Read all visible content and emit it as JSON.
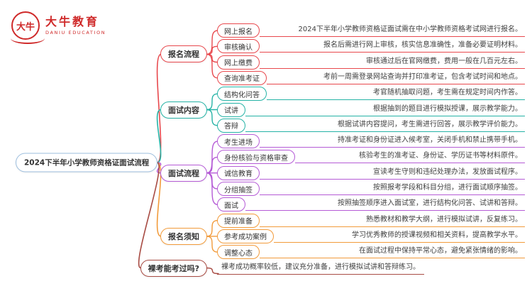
{
  "logo": {
    "icon_text": "大牛",
    "title": "大牛教育",
    "subtitle": "DANIU EDUCATION"
  },
  "root": {
    "title": "2024下半年小学教师资格证面试流程"
  },
  "branches": [
    {
      "label": "报名流程",
      "color": "#e8484d",
      "children": [
        {
          "label": "网上报名",
          "desc": "2024下半年小学教师资格证面试需在中小学教师资格考试网进行报名。"
        },
        {
          "label": "审核确认",
          "desc": "报名后需进行网上审核，核实信息准确性，准备必要证明材料。"
        },
        {
          "label": "网上缴费",
          "desc": "审核通过后在官网缴费，费用一般在几百元左右。"
        },
        {
          "label": "查询准考证",
          "desc": "考前一周需登录网站查询并打印准考证，包含考试时间和地点。"
        }
      ]
    },
    {
      "label": "面试内容",
      "color": "#26b3a6",
      "children": [
        {
          "label": "结构化问答",
          "desc": "考官随机抽取问题，考生需在规定时间内作答。"
        },
        {
          "label": "试讲",
          "desc": "根据抽到的题目进行模拟授课，展示教学能力。"
        },
        {
          "label": "答辩",
          "desc": "根据试讲内容提问，考生需进行回答，展示教学评价能力。"
        }
      ]
    },
    {
      "label": "面试流程",
      "color": "#b55bd6",
      "children": [
        {
          "label": "考生进场",
          "desc": "持准考证和身份证进入候考室，关闭手机和禁止携带手机。"
        },
        {
          "label": "身份核验与资格审查",
          "desc": "核验考生的准考证、身份证、学历证书等材料原件。"
        },
        {
          "label": "诚信教育",
          "desc": "宣读考生守则和违纪处理办法，发放面试程序。"
        },
        {
          "label": "分组抽签",
          "desc": "按照报考学段和科目分组，进行面试顺序抽签。"
        },
        {
          "label": "面试",
          "desc": "按照抽签顺序进入面试室，进行结构化问答、试讲和答辩。"
        }
      ]
    },
    {
      "label": "报名须知",
      "color": "#f29b3b",
      "children": [
        {
          "label": "提前准备",
          "desc": "熟悉教材和教学大纲，进行模拟试讲，反复练习。"
        },
        {
          "label": "参考成功案例",
          "desc": "学习优秀教师的授课视频和相关资料，提高教学水平。"
        },
        {
          "label": "调整心态",
          "desc": "在面试过程中保持平常心态，避免紧张情绪的影响。"
        }
      ]
    },
    {
      "label": "裸考能考过吗?",
      "color": "#a84c44",
      "children": [
        {
          "label": "",
          "desc": "裸考成功概率较低，建议充分准备，进行模拟试讲和答辩练习。"
        }
      ]
    }
  ]
}
